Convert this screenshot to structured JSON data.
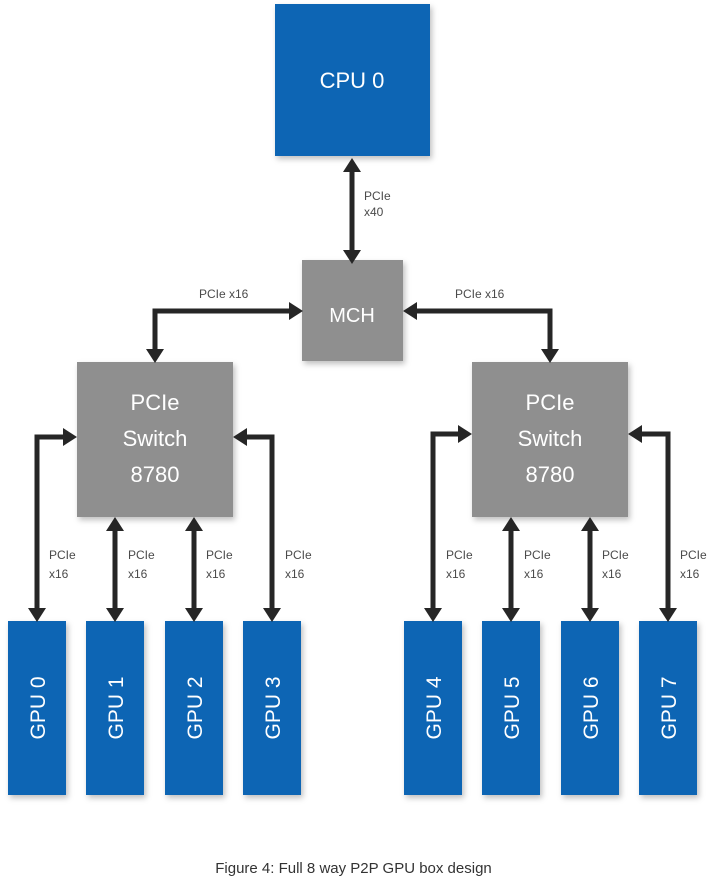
{
  "colors": {
    "cpu_gpu_fill": "#0b65b4",
    "switch_fill": "#8f8f8f",
    "arrow": "#262626",
    "label_text": "#4a4a4a"
  },
  "nodes": {
    "cpu": "CPU 0",
    "mch": "MCH",
    "switch_left": [
      "PCIe",
      "Switch",
      "8780"
    ],
    "switch_right": [
      "PCIe",
      "Switch",
      "8780"
    ],
    "gpus": [
      "GPU 0",
      "GPU 1",
      "GPU 2",
      "GPU 3",
      "GPU 4",
      "GPU 5",
      "GPU 6",
      "GPU 7"
    ]
  },
  "links": {
    "cpu_mch": [
      "PCIe",
      "x40"
    ],
    "mch_left": "PCIe x16",
    "mch_right": "PCIe x16",
    "gpu_links": [
      [
        "PCIe",
        "x16"
      ],
      [
        "PCIe",
        "x16"
      ],
      [
        "PCIe",
        "x16"
      ],
      [
        "PCIe",
        "x16"
      ],
      [
        "PCIe",
        "x16"
      ],
      [
        "PCIe",
        "x16"
      ],
      [
        "PCIe",
        "x16"
      ],
      [
        "PCIe",
        "x16"
      ]
    ]
  },
  "caption": "Figure 4: Full 8 way P2P GPU box design"
}
